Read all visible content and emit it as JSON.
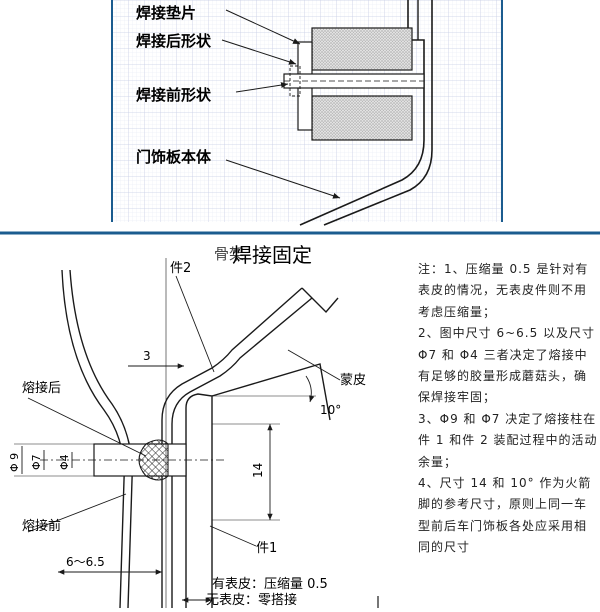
{
  "top": {
    "labels": {
      "pad": "焊接垫片",
      "after": "焊接后形状",
      "before": "焊接前形状",
      "panel": "门饰板本体"
    }
  },
  "bottom": {
    "title_overlap": "骨架",
    "title": "焊接固定",
    "labels": {
      "part2": "件2",
      "part1": "件1",
      "skin": "蒙皮",
      "after": "熔接后",
      "before": "熔接前"
    },
    "dims": {
      "d3": "3",
      "phi9": "Φ 9",
      "phi7": "Φ7",
      "phi4": "Φ4",
      "d14": "14",
      "angle": "10°",
      "range": "6～6.5",
      "with_skin": "有表皮：压缩量 0.5",
      "no_skin": "无表皮：零搭接"
    }
  },
  "notes": [
    "注：1、压缩量 0.5 是针对有表皮的情况，无表皮件则不用考虑压缩量；",
    "2、图中尺寸 6~6.5 以及尺寸 Φ7 和 Φ4 三者决定了熔接中有足够的胶量形成蘑菇头，确保焊接牢固；",
    "3、Φ9 和 Φ7 决定了熔接柱在件 1 和件 2 装配过程中的活动余量；",
    "4、尺寸 14 和 10° 作为火箭脚的参考尺寸，原则上同一车型前后车门饰板各处应采用相同的尺寸"
  ],
  "colors": {
    "line": "#1a1a1a",
    "grid": "#c9cfe6",
    "grid_strong": "#9aa6d0",
    "border": "#1b5c8f",
    "foam": "#d8d8d8"
  }
}
